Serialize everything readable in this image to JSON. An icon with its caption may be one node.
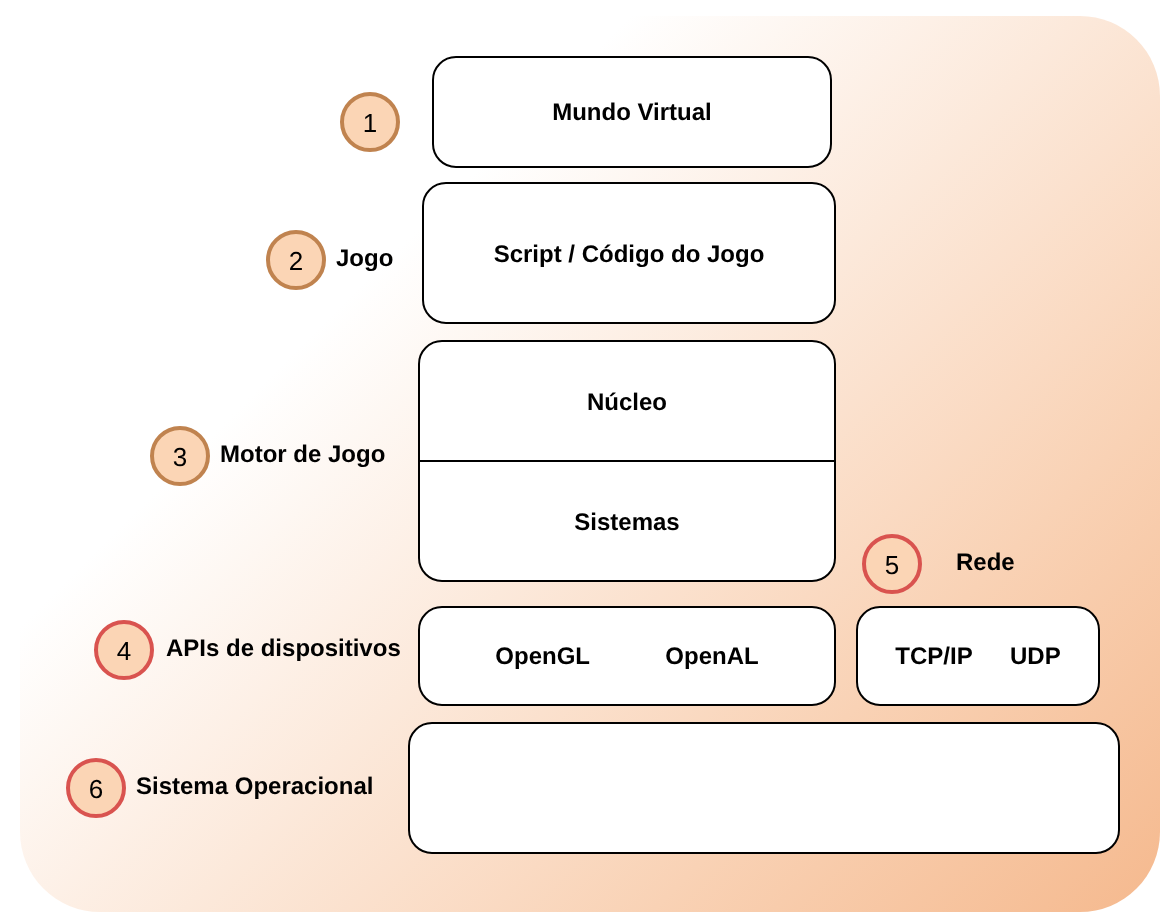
{
  "diagram": {
    "nodes": [
      {
        "text": [
          "1"
        ]
      },
      {
        "text": [
          "Mundo Virtual"
        ]
      },
      {
        "text": [
          "2"
        ],
        "beside": [
          "Jogo"
        ]
      },
      {
        "text": [
          "Script / Código do Jogo"
        ]
      },
      {
        "text": [
          "3"
        ],
        "beside": [
          "Motor de Jogo"
        ]
      },
      {
        "text": [
          "Núcleo",
          "Sistemas"
        ]
      },
      {
        "text": [
          "5"
        ],
        "beside": [
          "Rede"
        ]
      },
      {
        "text": [
          "4"
        ],
        "beside": [
          "APIs de dispositivos"
        ]
      },
      {
        "text": [
          "OpenGL",
          "OpenAL"
        ]
      },
      {
        "text": [
          "TCP/IP",
          "UDP"
        ]
      },
      {
        "text": [
          "6"
        ],
        "beside": [
          "Sistema Operacional"
        ]
      },
      {
        "text": [],
        "shape": "box"
      }
    ]
  }
}
